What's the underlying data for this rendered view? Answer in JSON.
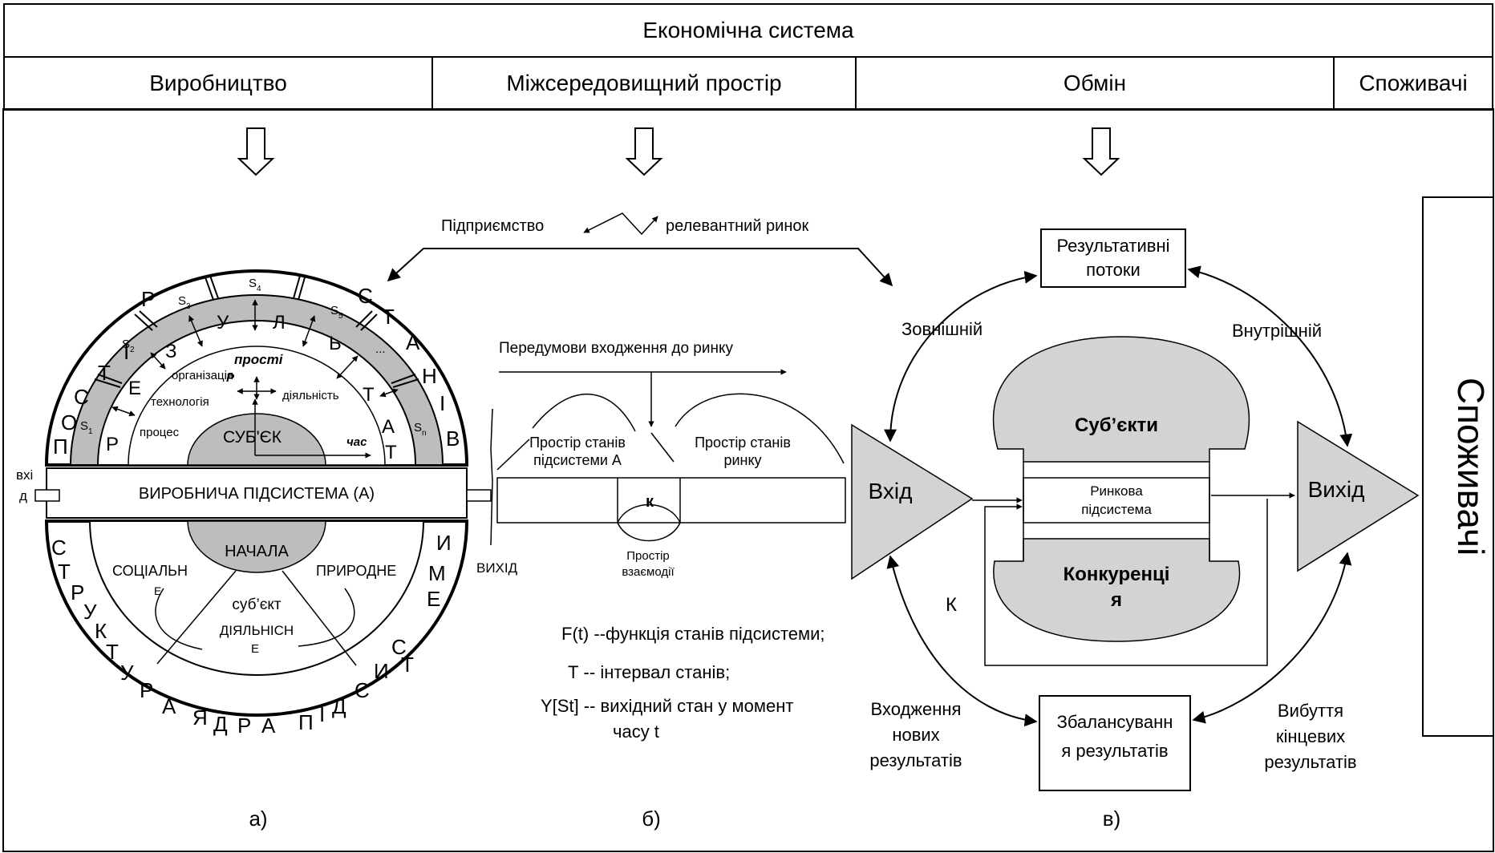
{
  "header": {
    "title": "Економічна система",
    "columns": [
      "Виробництво",
      "Міжсередовищний простір",
      "Обмін",
      "Споживачі"
    ]
  },
  "panel_a": {
    "ring_letters_top": [
      "П",
      "О",
      "С",
      "Т",
      "І",
      "Р",
      "С",
      "Т",
      "А",
      "Н",
      "І",
      "В"
    ],
    "ring_letters_top2": [
      "Р",
      "Е",
      "З",
      "У",
      "Л",
      "Ь",
      "Т",
      "А",
      "Т"
    ],
    "ring_letters_bottom": [
      "С",
      "Т",
      "Р",
      "У",
      "К",
      "Т",
      "У",
      "Р",
      "А",
      "Я",
      "Д",
      "Р",
      "А",
      "П",
      "І",
      "Д",
      "С",
      "И",
      "С",
      "Т",
      "Е",
      "М",
      "И"
    ],
    "s_labels": [
      "S",
      "S",
      "S",
      "S",
      "S",
      "...",
      "S"
    ],
    "s_subs": [
      "1",
      "2",
      "3",
      "4",
      "5",
      "",
      "n"
    ],
    "prosti": "прості",
    "p": "P",
    "organizatsiia": "організація",
    "tekhnolohiia": "технологія",
    "diialnist": "діяльність",
    "protses": "процес",
    "chas": "час",
    "subiekt": "СУБ'ЄК",
    "subsystem": "ВИРОБНИЧА ПІДСИСТЕМА (А)",
    "vkhid": "вхі",
    "vkhid2": "д",
    "nachala": "НАЧАЛА",
    "sotsialne": "СОЦІАЛЬН",
    "sotsialne2": "Е",
    "pryrodne": "ПРИРОДНЕ",
    "subekt_diialnosti": "суб’єкт",
    "subekt_diialnosti2": "ДІЯЛЬНІСН",
    "subekt_diialnosti3": "Е",
    "caption": "а)"
  },
  "panel_b": {
    "enterprise": "Підприємство",
    "market": "релевантний ринок",
    "preconditions": "Передумови входження до ринку",
    "state_space_a1": "Простір станів",
    "state_space_a2": "підсистеми А",
    "state_space_m1": "Простір станів",
    "state_space_m2": "ринку",
    "k": "к",
    "interaction1": "Простір",
    "interaction2": "взаємодії",
    "vykhid": "ВИХІД",
    "formula1": "F(t) --функція станів підсистеми;",
    "formula2": "Т   -- інтервал станів;",
    "formula3a": "Y[St] -- вихідний стан у момент",
    "formula3b": "часу t",
    "caption": "б)"
  },
  "panel_c": {
    "results_flows1": "Результативні",
    "results_flows2": "потоки",
    "external": "Зовнішній",
    "internal": "Внутрішній",
    "input": "Вхід",
    "output": "Вихід",
    "subjects": "Суб’єкти",
    "market_sub1": "Ринкова",
    "market_sub2": "підсистема",
    "competition1": "Конкуренці",
    "competition2": "я",
    "k": "К",
    "entering1": "Входження",
    "entering2": "нових",
    "entering3": "результатів",
    "balancing1": "Збалансуванн",
    "balancing2": "я результатів",
    "exit1": "Вибуття",
    "exit2": "кінцевих",
    "exit3": "результатів",
    "consumers": "Споживачі",
    "caption": "в)"
  },
  "colors": {
    "fill_gray": "#d3d3d3",
    "mid_gray": "#bdbdbd",
    "line": "#000000"
  }
}
